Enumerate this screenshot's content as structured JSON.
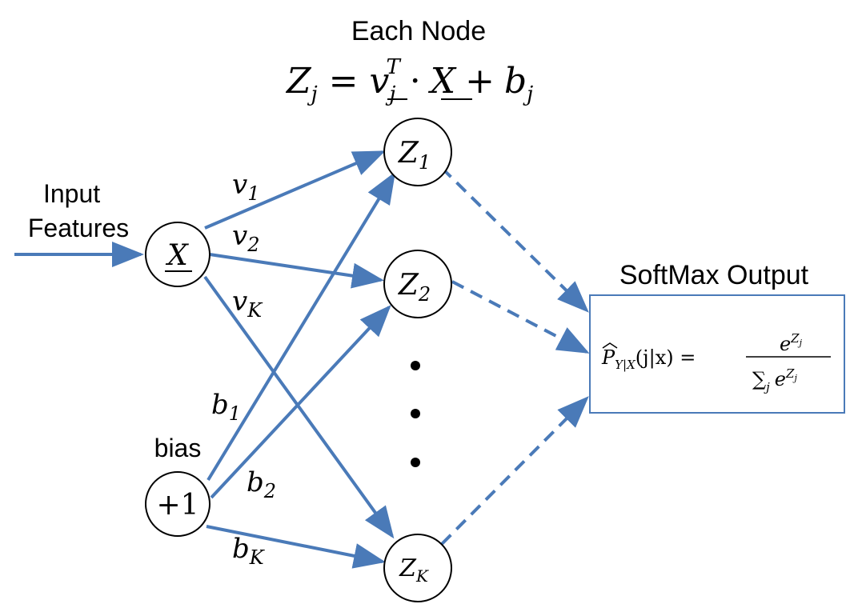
{
  "title": "Each Node",
  "equation": {
    "lhs": "Z",
    "lhs_sub": "j",
    "eq": "=",
    "v": "v",
    "v_sub": "j",
    "v_sup": "T",
    "dot": "·",
    "x": "X",
    "plus": "+",
    "b": "b",
    "b_sub": "j"
  },
  "input_label": {
    "line1": "Input",
    "line2": "Features"
  },
  "bias_label": "bias",
  "nodes": {
    "x": {
      "text": "X"
    },
    "bias": {
      "text": "+1"
    },
    "z1": {
      "main": "Z",
      "sub": "1"
    },
    "z2": {
      "main": "Z",
      "sub": "2"
    },
    "zk": {
      "main": "Z",
      "sub": "K"
    }
  },
  "weights": {
    "v1": {
      "main": "v",
      "sub": "1"
    },
    "v2": {
      "main": "v",
      "sub": "2"
    },
    "vk": {
      "main": "v",
      "sub": "K"
    },
    "b1": {
      "main": "b",
      "sub": "1"
    },
    "b2": {
      "main": "b",
      "sub": "2"
    },
    "bk": {
      "main": "b",
      "sub": "K"
    }
  },
  "output": {
    "heading": "SoftMax Output",
    "p": "P",
    "p_sub": "Y|X",
    "args": "(j|x) =",
    "num_base": "e",
    "num_exp": "Z",
    "num_exp_sub": "j",
    "den_sum": "∑",
    "den_sum_sub": "j",
    "den_base": "e",
    "den_exp": "Z",
    "den_exp_sub": "j"
  },
  "colors": {
    "edge": "#4a7ab8",
    "node_stroke": "#000000"
  }
}
